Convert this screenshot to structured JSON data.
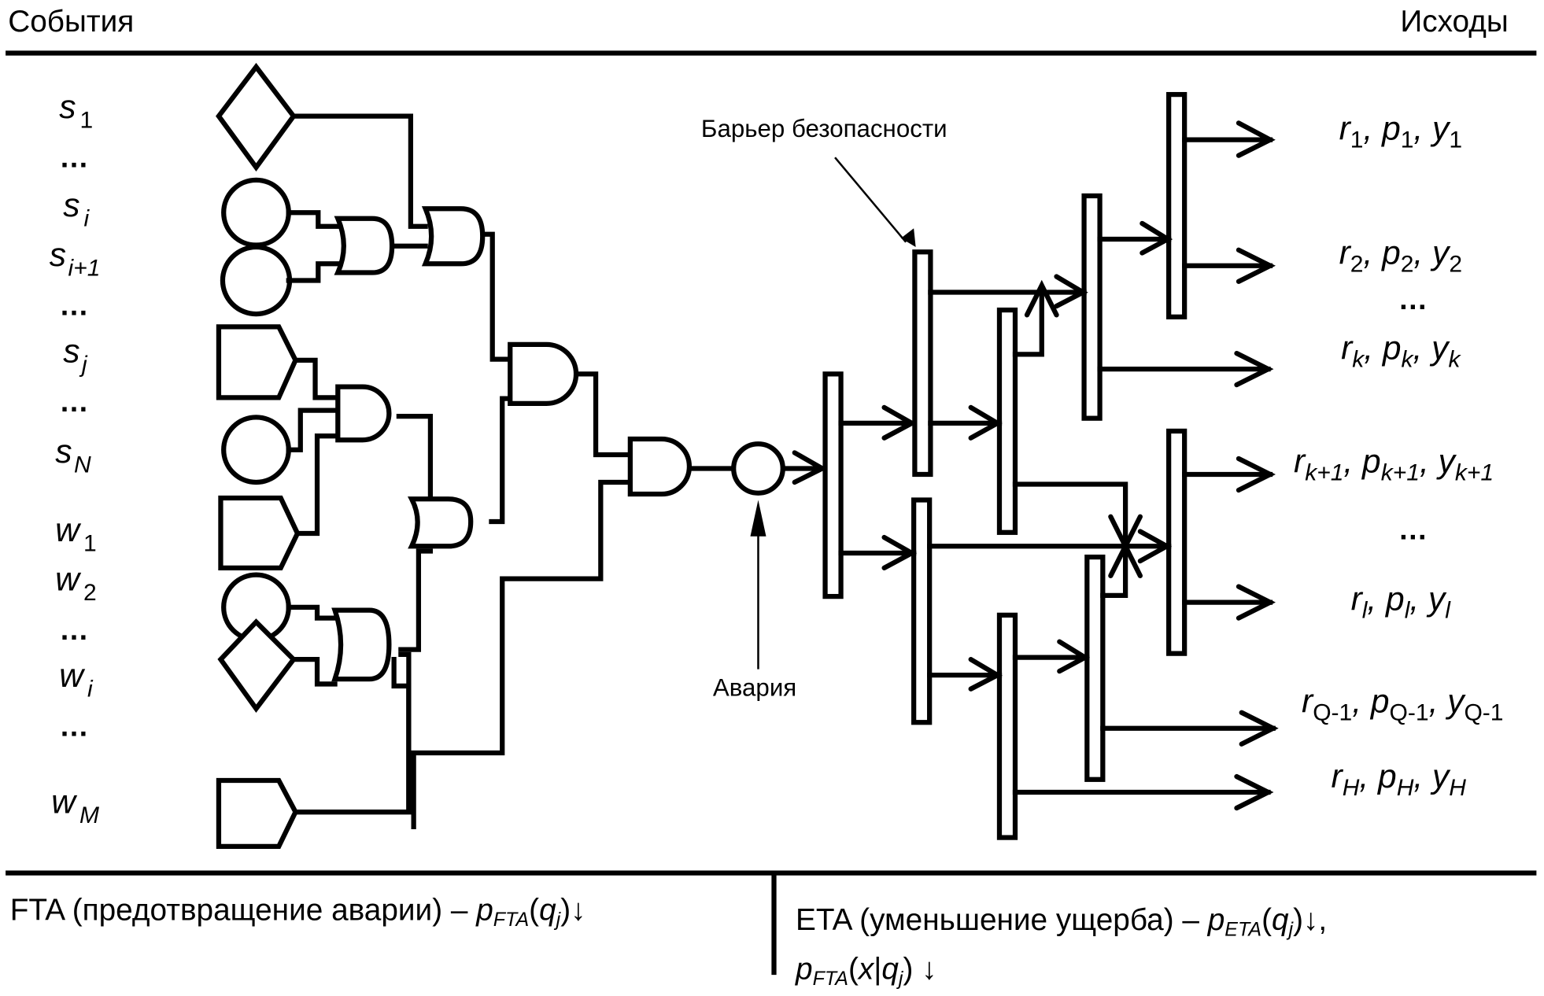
{
  "header": {
    "left_title": "События",
    "right_title": "Исходы"
  },
  "events": [
    {
      "base": "s",
      "sub": "1",
      "sub_italic": false,
      "shape": "diamond"
    },
    {
      "ellipsis": "…"
    },
    {
      "base": "s",
      "sub": "i",
      "sub_italic": true,
      "shape": "circle"
    },
    {
      "base": "s",
      "sub": "i+1",
      "sub_italic": "mixed",
      "shape": "circle"
    },
    {
      "ellipsis": "…"
    },
    {
      "base": "s",
      "sub": "j",
      "sub_italic": true,
      "shape": "pentagon"
    },
    {
      "ellipsis": "…"
    },
    {
      "base": "s",
      "sub": "N",
      "sub_italic": true,
      "shape": "circle"
    },
    {
      "base": "w",
      "sub": "1",
      "sub_italic": false,
      "shape": "pentagon"
    },
    {
      "base": "w",
      "sub": "2",
      "sub_italic": false,
      "shape": "circle"
    },
    {
      "ellipsis": "…"
    },
    {
      "base": "w",
      "sub": "i",
      "sub_italic": true,
      "shape": "diamond"
    },
    {
      "ellipsis": "…"
    },
    {
      "base": "w",
      "sub": "M",
      "sub_italic": true,
      "shape": "pentagon"
    }
  ],
  "annotations": {
    "barrier": "Барьер безопасности",
    "accident": "Авария"
  },
  "outcomes": [
    {
      "r": "1",
      "p": "1",
      "y": "1"
    },
    {
      "r": "2",
      "p": "2",
      "y": "2"
    },
    {
      "ellipsis": "…"
    },
    {
      "r": "k",
      "p": "k",
      "y": "k"
    },
    {
      "r": "k+1",
      "p": "k+1",
      "y": "k+1"
    },
    {
      "ellipsis": "…"
    },
    {
      "r": "l",
      "p": "l",
      "y": "l"
    },
    {
      "r": "Q-1",
      "p": "Q-1",
      "y": "Q-1"
    },
    {
      "r": "H",
      "p": "H",
      "y": "H"
    }
  ],
  "footer": {
    "fta": {
      "prefix": "FTA (предотвращение аварии) – ",
      "p": "p",
      "p_sub": "FTA",
      "arg_open": "(",
      "q": "q",
      "q_sub": "j",
      "arg_close": ")",
      "arrow": "↓"
    },
    "eta": {
      "prefix": "ETA (уменьшение ущерба) – ",
      "p": "p",
      "p_sub": "ETA",
      "arg_open": "(",
      "q": "q",
      "q_sub": "j",
      "arg_close": ")",
      "arrow": "↓,",
      "line2_p": "p",
      "line2_p_sub": "FTA",
      "line2_arg_open": "(",
      "line2_x": "x",
      "line2_bar": "|",
      "line2_q": "q",
      "line2_q_sub": "j",
      "line2_arg_close": ")",
      "line2_arrow": " ↓"
    }
  },
  "labels": {
    "r": "r",
    "p": "p",
    "y": "y",
    "comma": ", ",
    "ellipsis": "…"
  }
}
